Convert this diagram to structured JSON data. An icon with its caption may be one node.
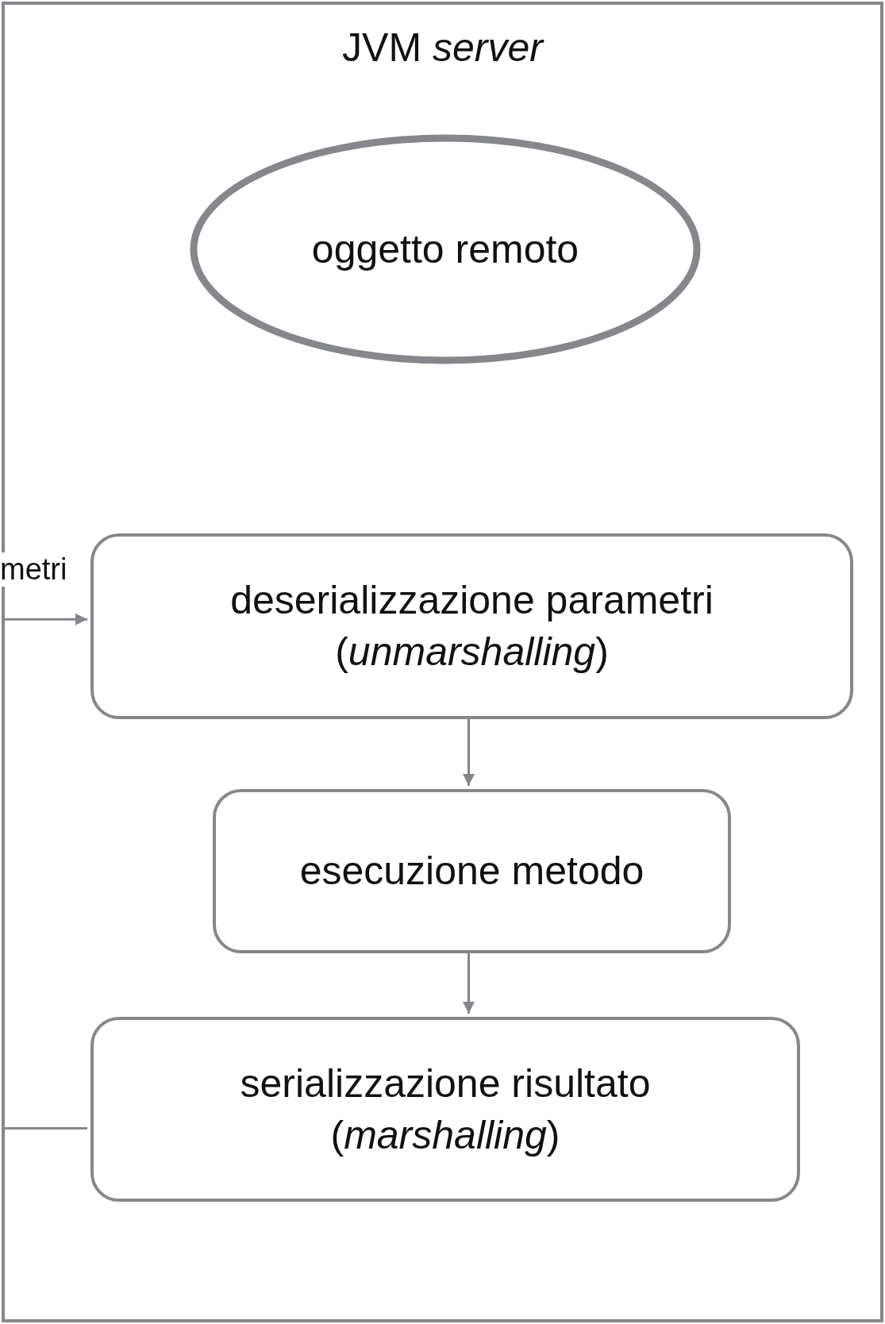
{
  "diagram": {
    "nodes": [
      {
        "text": [
          "JVM *server*"
        ]
      },
      {
        "text": [
          "oggetto remoto"
        ],
        "in": 0
      },
      {
        "text": [
          "deserializzazione parametri (*unmarshalling*)"
        ],
        "in": 0
      },
      {
        "text": [
          "esecuzione metodo"
        ],
        "in": 0
      },
      {
        "text": [
          "serializzazione risultato (*marshalling*)"
        ],
        "in": 0
      }
    ],
    "edges": [
      {
        "from": null,
        "to": 2,
        "arrow": "to"
      },
      {
        "from": 2,
        "to": 3,
        "arrow": "to"
      },
      {
        "from": 3,
        "to": 4,
        "arrow": "to"
      },
      {
        "from": 4,
        "to": null,
        "arrow": "none"
      }
    ],
    "labels": [
      "metri"
    ]
  }
}
